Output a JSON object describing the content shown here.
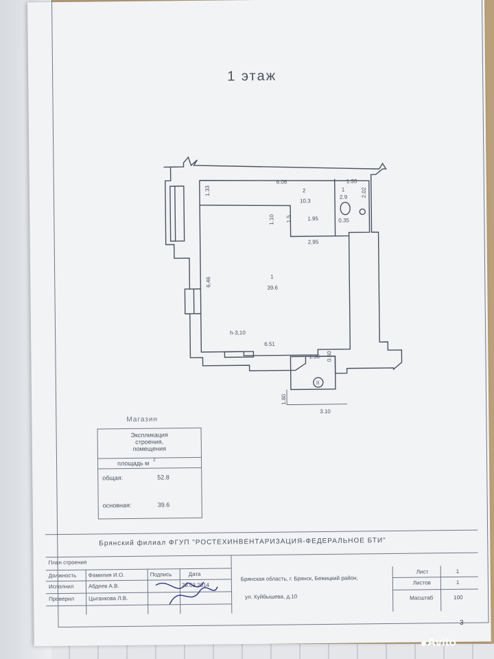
{
  "floor_title": "1 этаж",
  "dimensions": {
    "d_6_06": "6.06",
    "d_1_33_a": "1.33",
    "d_1_33_b": "1.33",
    "room2_num": "2",
    "room2_area": "10.3",
    "room1s_num": "1",
    "room1s_area": "2.9",
    "d_2_02": "2.02",
    "d_0_35": "0.35",
    "d_1_10": "1.10",
    "d_1_5": "1.5",
    "d_1_95": "1.95",
    "d_2_95": "2,95",
    "d_6_46": "6,46",
    "room1_num": "1",
    "room1_area": "39.6",
    "height": "h-3,10",
    "d_6_51": "6.51",
    "d_1_30": "1.30",
    "d_0_60": "0.60",
    "annex": "II",
    "d_1_80": "1.80",
    "d_3_10": "3.10"
  },
  "shop_label": "Магазин",
  "explication": {
    "header": [
      "Экспликация",
      "строения,",
      "помещения"
    ],
    "unit": "площадь м",
    "unit_sup": "2",
    "total_label": "общая:",
    "total_value": "52.8",
    "main_label": "основная:",
    "main_value": "39.6"
  },
  "org": "Брянский филиал ФГУП \"РОСТЕХИНВЕНТАРИЗАЦИЯ-ФЕДЕРАЛЬНОЕ БТИ\"",
  "stamp": {
    "plan": "План строения",
    "position": "Должность",
    "name": "Фамилия И.О.",
    "signature": "Подпись",
    "date": "Дата",
    "executor": "Исполнил",
    "executor_name": "Абдеев А.В.",
    "executor_date": "28.03.2014",
    "checker": "Проверил",
    "checker_name": "Цыганкова Л.В.",
    "address_1": "Брянская область, г. Брянск, Бежицкий район,",
    "address_2": "ул. Куйбышева, д.10",
    "sheet_label": "Лист",
    "sheet_value": "1",
    "sheets_label": "Листов",
    "sheets_value": "1",
    "scale_label": "Масштаб",
    "scale_value": "100"
  },
  "page_number": "3",
  "watermark": "Avito"
}
